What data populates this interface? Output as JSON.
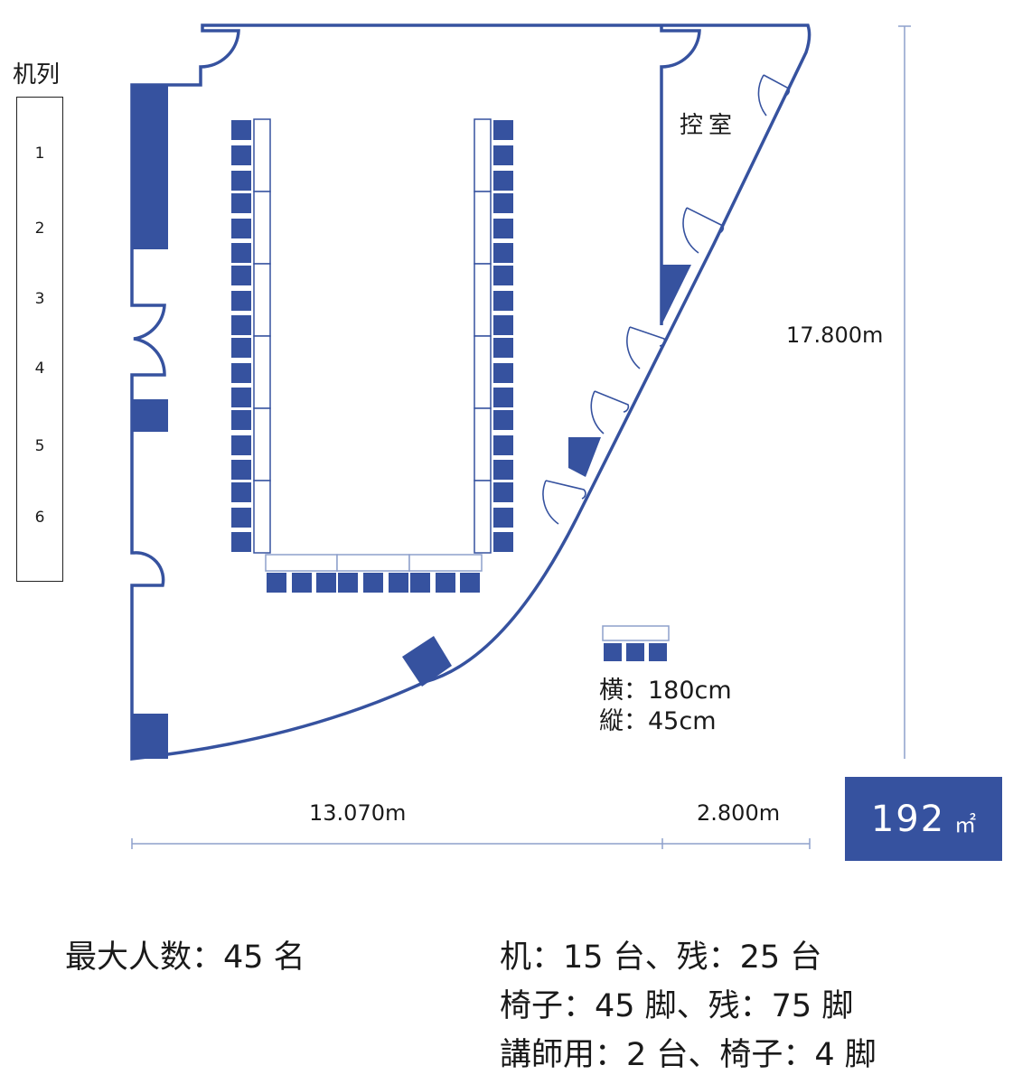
{
  "legend": {
    "title": "机列",
    "rows": [
      "1",
      "2",
      "3",
      "4",
      "5",
      "6"
    ]
  },
  "room": {
    "control_room_label": "控室",
    "dimensions": {
      "height": "17.800m",
      "width_main": "13.070m",
      "width_extra": "2.800m"
    },
    "area": {
      "value": "192",
      "unit": "㎡"
    }
  },
  "table_spec": {
    "width": "横：180cm",
    "depth": "縦：45cm"
  },
  "layout": {
    "style": "U-shape",
    "left_column": {
      "tables": 6,
      "chairs": 18
    },
    "right_column": {
      "tables": 6,
      "chairs": 18
    },
    "bottom_row": {
      "tables": 3,
      "chairs": 9
    }
  },
  "summary": {
    "max_people": "最大人数：45 名",
    "desks": "机：15 台、残：25 台",
    "chairs": "椅子：45 脚、残：75 脚",
    "lecturer": "講師用：2 台、椅子：4 脚"
  },
  "colors": {
    "wall": "#36529f",
    "fill": "#36529f",
    "table_outline": "#8ea0cc",
    "dimension_line": "#8ea0cc",
    "text": "#1a1a1a"
  }
}
